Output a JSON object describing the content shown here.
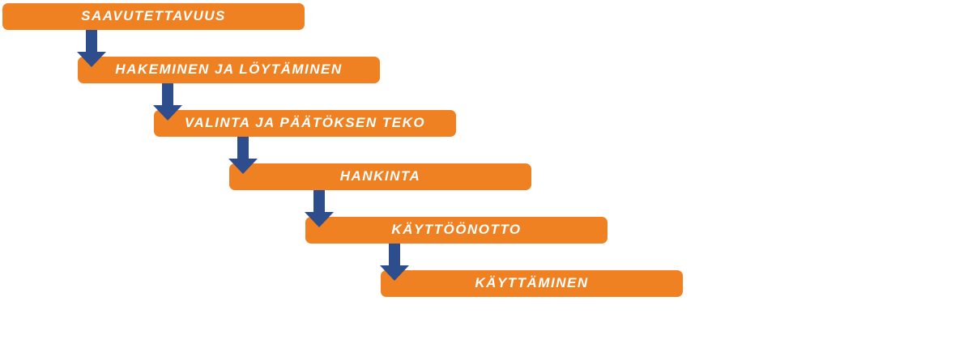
{
  "diagram": {
    "type": "stepped-flow",
    "description": "Six-step cascading process flow with downward arrows",
    "steps": [
      {
        "label": "SAAVUTETTAVUUS"
      },
      {
        "label": "HAKEMINEN JA LÖYTÄMINEN"
      },
      {
        "label": "VALINTA JA PÄÄTÖKSEN TEKO"
      },
      {
        "label": "HANKINTA"
      },
      {
        "label": "KÄYTTÖÖNOTTO"
      },
      {
        "label": "KÄYTTÄMINEN"
      }
    ]
  },
  "colors": {
    "box-fill": "#F08122",
    "box-border": "#FFFFFF",
    "arrow-fill": "#2E4D8C",
    "label-color": "#FFFFFF",
    "page-bg": "#FFFFFF"
  }
}
